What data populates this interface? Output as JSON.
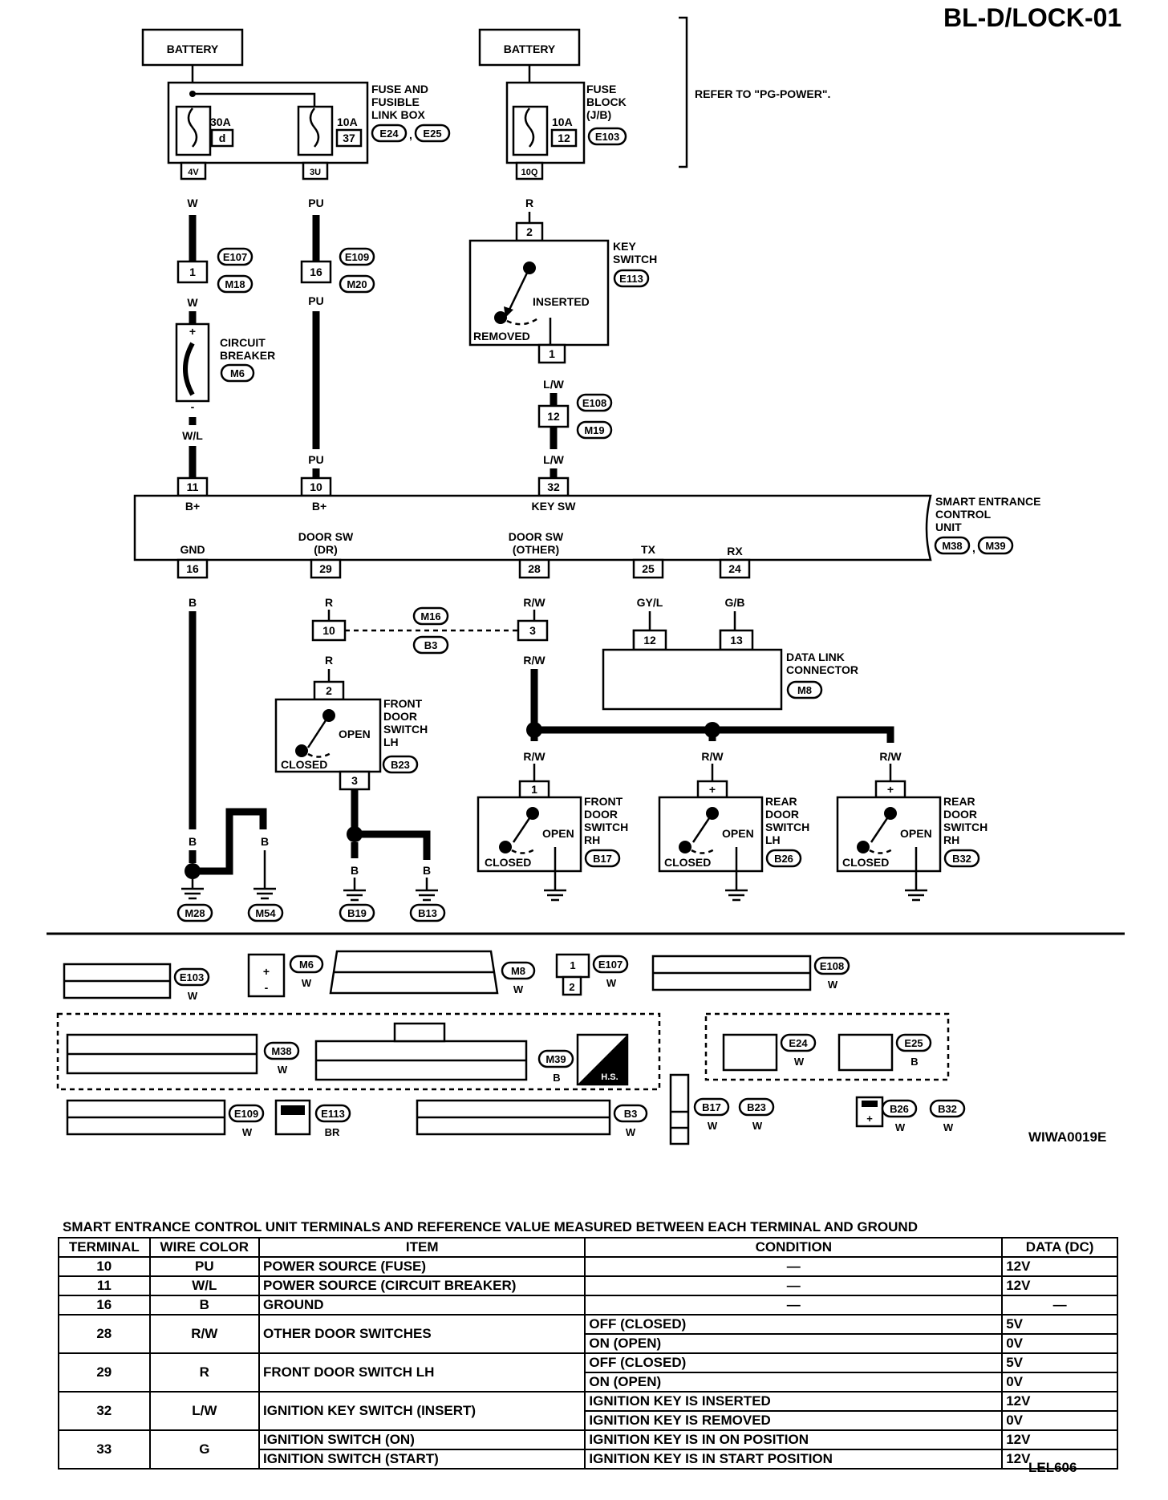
{
  "page_title": "BL-D/LOCK-01",
  "fig_code": "WIWA0019E",
  "footer_code": "LEL606",
  "labels": {
    "battery_left": "BATTERY",
    "battery_right": "BATTERY",
    "fuse_box": [
      "FUSE AND",
      "FUSIBLE",
      "LINK BOX"
    ],
    "fuse_30a": "30A",
    "fuse_30a_id": "d",
    "fuse_10a_left": "10A",
    "fuse_10a_left_id": "37",
    "fuse_block": [
      "FUSE",
      "BLOCK",
      "(J/B)"
    ],
    "fuse_10a_right": "10A",
    "fuse_10a_right_id": "12",
    "refer": "REFER TO \"PG-POWER\".",
    "conn_e24": "E24",
    "conn_e25": "E25",
    "conn_e103": "E103",
    "term_4v": "4V",
    "term_3u": "3U",
    "term_10q": "10Q",
    "wire_w": "W",
    "wire_pu": "PU",
    "wire_r": "R",
    "wire_wl": "W/L",
    "wire_lw": "L/W",
    "wire_b": "B",
    "wire_rw": "R/W",
    "wire_gyl": "GY/L",
    "wire_gb": "G/B",
    "conn_e107": "E107",
    "conn_m18": "M18",
    "conn_e109": "E109",
    "conn_m20": "M20",
    "conn_e108": "E108",
    "conn_m19": "M19",
    "conn_e113": "E113",
    "conn_m6": "M6",
    "conn_m38": "M38",
    "conn_m39": "M39",
    "conn_m16": "M16",
    "conn_b3": "B3",
    "conn_m8": "M8",
    "conn_b23": "B23",
    "conn_b17": "B17",
    "conn_b26": "B26",
    "conn_b32": "B32",
    "conn_m28": "M28",
    "conn_m54": "M54",
    "conn_b19": "B19",
    "conn_b13": "B13",
    "key_switch": [
      "KEY",
      "SWITCH"
    ],
    "inserted": "INSERTED",
    "removed": "REMOVED",
    "circuit_breaker": [
      "CIRCUIT",
      "BREAKER"
    ],
    "plus": "+",
    "minus": "-",
    "ecu_name": [
      "SMART ENTRANCE",
      "CONTROL",
      "UNIT"
    ],
    "b_plus": "B+",
    "key_sw": "KEY SW",
    "gnd": "GND",
    "door_sw": "DOOR SW",
    "dr": "(DR)",
    "other": "(OTHER)",
    "tx": "TX",
    "rx": "RX",
    "dlc": [
      "DATA LINK",
      "CONNECTOR"
    ],
    "front_door_lh": [
      "FRONT",
      "DOOR",
      "SWITCH",
      "LH"
    ],
    "front_door_rh": [
      "FRONT",
      "DOOR",
      "SWITCH",
      "RH"
    ],
    "rear_door_lh": [
      "REAR",
      "DOOR",
      "SWITCH",
      "LH"
    ],
    "rear_door_rh": [
      "REAR",
      "DOOR",
      "SWITCH",
      "RH"
    ],
    "open": "OPEN",
    "closed": "CLOSED",
    "pins": {
      "p1": "1",
      "p2": "2",
      "p3": "3",
      "p10": "10",
      "p11": "11",
      "p12": "12",
      "p13": "13",
      "p16": "16",
      "p24": "24",
      "p25": "25",
      "p28": "28",
      "p29": "29",
      "p32": "32"
    },
    "color_w": "W",
    "color_b": "B",
    "color_br": "BR",
    "hs": "H.S."
  },
  "table": {
    "caption": "SMART ENTRANCE CONTROL UNIT TERMINALS AND REFERENCE VALUE MEASURED BETWEEN EACH TERMINAL AND GROUND",
    "headers": [
      "TERMINAL",
      "WIRE COLOR",
      "ITEM",
      "CONDITION",
      "DATA (DC)"
    ],
    "dash": "—",
    "rows": [
      {
        "terminal": "10",
        "color": "PU",
        "item": "POWER SOURCE (FUSE)",
        "conditions": [
          "—"
        ],
        "data": [
          "12V"
        ]
      },
      {
        "terminal": "11",
        "color": "W/L",
        "item": "POWER SOURCE (CIRCUIT BREAKER)",
        "conditions": [
          "—"
        ],
        "data": [
          "12V"
        ]
      },
      {
        "terminal": "16",
        "color": "B",
        "item": "GROUND",
        "conditions": [
          "—"
        ],
        "data": [
          "—"
        ]
      },
      {
        "terminal": "28",
        "color": "R/W",
        "item": "OTHER DOOR SWITCHES",
        "conditions": [
          "OFF (CLOSED)",
          "ON (OPEN)"
        ],
        "data": [
          "5V",
          "0V"
        ]
      },
      {
        "terminal": "29",
        "color": "R",
        "item": "FRONT DOOR SWITCH LH",
        "conditions": [
          "OFF (CLOSED)",
          "ON (OPEN)"
        ],
        "data": [
          "5V",
          "0V"
        ]
      },
      {
        "terminal": "32",
        "color": "L/W",
        "item": "IGNITION KEY SWITCH (INSERT)",
        "conditions": [
          "IGNITION KEY IS INSERTED",
          "IGNITION KEY IS REMOVED"
        ],
        "data": [
          "12V",
          "0V"
        ]
      },
      {
        "terminal": "33",
        "color": "G",
        "items": [
          "IGNITION SWITCH (ON)",
          "IGNITION SWITCH (START)"
        ],
        "conditions": [
          "IGNITION KEY IS IN ON POSITION",
          "IGNITION KEY IS IN START POSITION"
        ],
        "data": [
          "12V",
          "12V"
        ]
      }
    ]
  }
}
